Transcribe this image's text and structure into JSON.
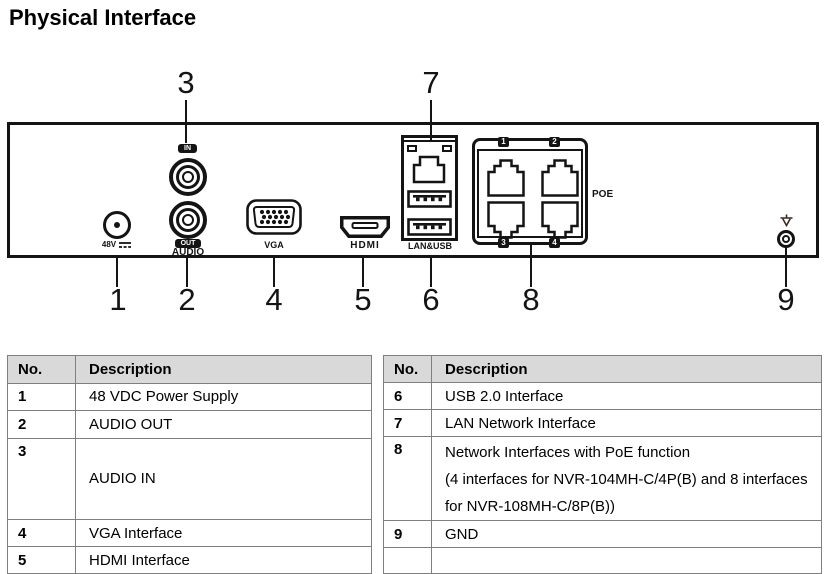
{
  "title": "Physical Interface",
  "diagram": {
    "callouts": [
      "1",
      "2",
      "3",
      "4",
      "5",
      "6",
      "7",
      "8",
      "9"
    ],
    "labels": {
      "power": "48V",
      "audio_in_badge": "IN",
      "audio_out_badge": "OUT",
      "audio": "AUDIO",
      "vga": "VGA",
      "hdmi": "HDMI",
      "lan_usb": "LAN&USB",
      "poe": "POE"
    },
    "poe_port_numbers": [
      "1",
      "2",
      "3",
      "4"
    ]
  },
  "tables": {
    "left": {
      "headers": {
        "no": "No.",
        "desc": "Description"
      },
      "rows": [
        {
          "no": "1",
          "desc": "48 VDC Power Supply"
        },
        {
          "no": "2",
          "desc": "AUDIO OUT"
        },
        {
          "no": "3",
          "desc": "AUDIO IN"
        },
        {
          "no": "4",
          "desc": "VGA Interface"
        },
        {
          "no": "5",
          "desc": "HDMI Interface"
        }
      ]
    },
    "right": {
      "headers": {
        "no": "No.",
        "desc": "Description"
      },
      "rows": [
        {
          "no": "6",
          "desc": "USB 2.0 Interface"
        },
        {
          "no": "7",
          "desc": "LAN Network Interface"
        },
        {
          "no": "8",
          "desc": "Network Interfaces with PoE function\n(4 interfaces for NVR-104MH-C/4P(B) and 8 interfaces\nfor NVR-108MH-C/8P(B))"
        },
        {
          "no": "9",
          "desc": "GND"
        },
        {
          "no": "",
          "desc": ""
        }
      ]
    }
  }
}
